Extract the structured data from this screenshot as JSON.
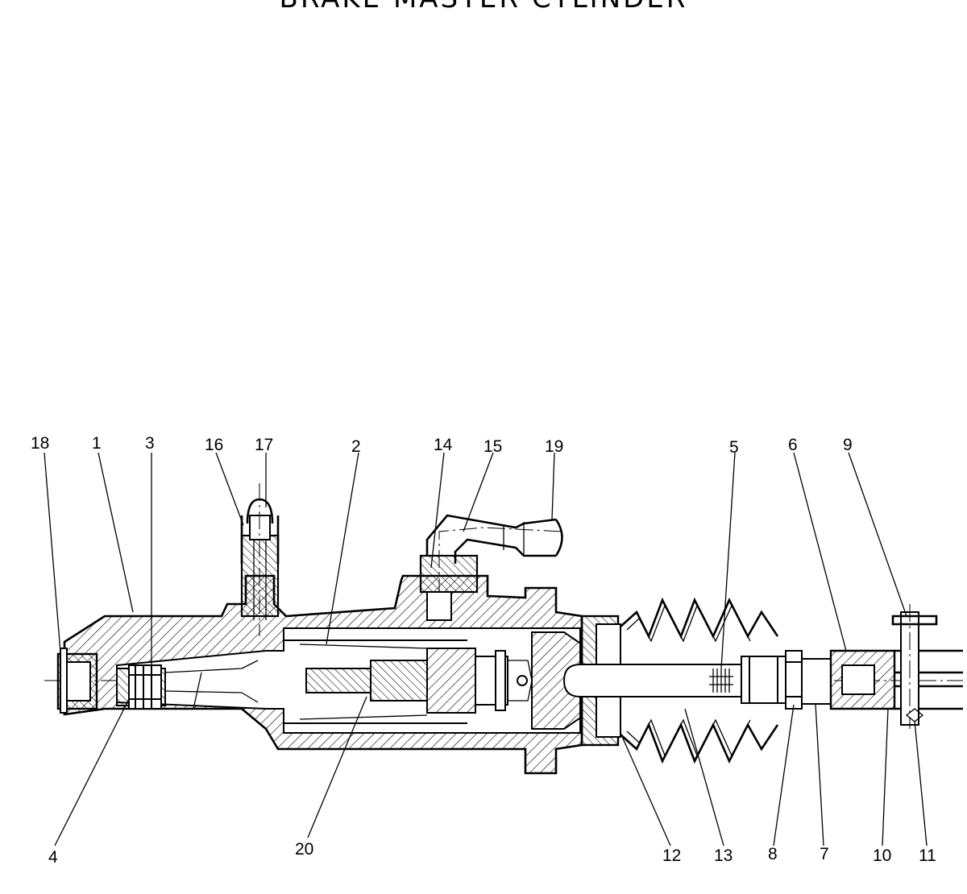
{
  "title": "BRAKE MASTER CYLINDER",
  "callouts": [
    "18",
    "1",
    "3",
    "16",
    "17",
    "2",
    "14",
    "15",
    "19",
    "5",
    "6",
    "9",
    "4",
    "20",
    "12",
    "13",
    "8",
    "7",
    "10",
    "11"
  ]
}
